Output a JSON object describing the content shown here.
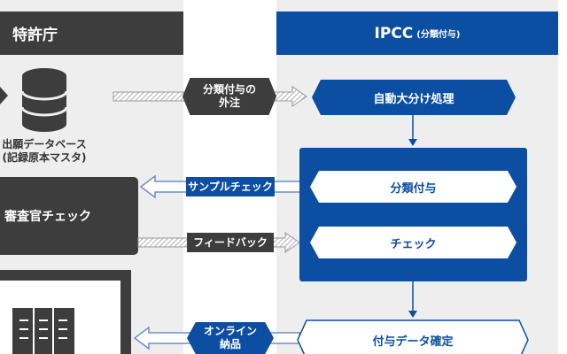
{
  "lanes": {
    "jpo": {
      "title": "特許庁"
    },
    "ipcc": {
      "title": "IPCC",
      "subtitle": "(分類付与)"
    }
  },
  "nodes": {
    "database": {
      "line1": "出願データベース",
      "line2": "(記録原本マスタ)"
    },
    "examiner_check": {
      "label": "審査官チェック"
    },
    "auto_sort": {
      "label": "自動大分け処理"
    },
    "classify": {
      "label": "分類付与"
    },
    "check": {
      "label": "チェック"
    },
    "finalize": {
      "label": "付与データ確定"
    }
  },
  "arrows": {
    "outsourcing": {
      "line1": "分類付与の",
      "line2": "外注"
    },
    "sample_check": {
      "label": "サンプルチェック"
    },
    "feedback": {
      "label": "フィードバック"
    },
    "online_delivery": {
      "line1": "オンライン",
      "line2": "納品"
    }
  },
  "colors": {
    "dark": "#3d3d3d",
    "blue": "#0c4ea2",
    "lane_bg": "#eeeeee"
  },
  "icons": [
    "database-icon",
    "document-icon"
  ]
}
